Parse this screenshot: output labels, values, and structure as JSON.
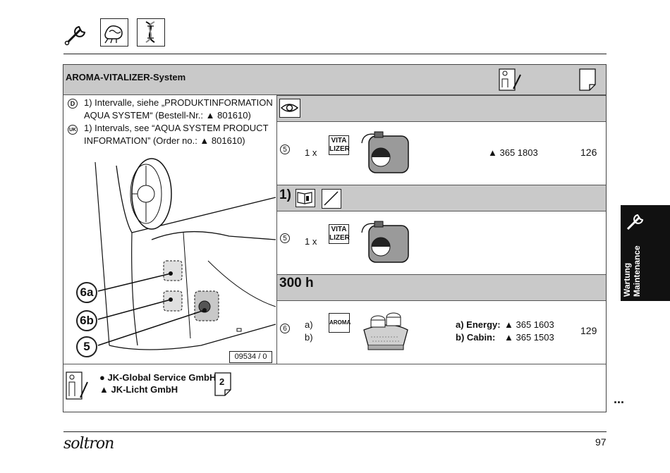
{
  "header": {
    "icons": [
      "wrench-icon",
      "hand-cleaning-icon",
      "dna-strand-icon"
    ]
  },
  "section": {
    "title": "AROMA-VITALIZER-System",
    "header_icons": [
      "technician-document-icon",
      "page-icon"
    ]
  },
  "notes": {
    "de_marker": "D",
    "de_text_line1": "1) Intervalle, siehe „PRODUKTINFORMATION",
    "de_text_line2": "AQUA SYSTEM“ (Bestell-Nr.: ▲ 801610)",
    "uk_marker": "UK",
    "uk_text_line1": "1) Intervals, see “AQUA SYSTEM PRODUCT",
    "uk_text_line2": "INFORMATION” (Order no.: ▲ 801610)"
  },
  "figure": {
    "callouts": [
      "6a",
      "6b",
      "5"
    ],
    "reference": "09534 / 0"
  },
  "rows": {
    "inspect_band_icon": "eye-icon",
    "row1": {
      "position": "5",
      "qty": "1 x",
      "tag_line1": "VITA",
      "tag_line2": "LIZER",
      "part_no": "▲ 365 1803",
      "page": "126"
    },
    "interval_band": {
      "label": "1)",
      "icons": [
        "info-book-icon",
        "slash-box-icon"
      ]
    },
    "row2": {
      "position": "5",
      "qty": "1 x",
      "tag_line1": "VITA",
      "tag_line2": "LIZER"
    },
    "hours_band": {
      "label": "300 h"
    },
    "row3": {
      "position": "6",
      "opt_a": "a)",
      "opt_b": "b)",
      "tag": "AROMA",
      "energy_label": "a) Energy:",
      "energy_part": "▲ 365 1603",
      "cabin_label": "b) Cabin:",
      "cabin_part": "▲ 365 1503",
      "page": "129"
    }
  },
  "footer_box": {
    "line1": "● JK-Global Service GmbH",
    "line2": "▲ JK-Licht GmbH",
    "page_ref": "2"
  },
  "side_tab": {
    "line1": "Wartung",
    "line2": "Maintenance"
  },
  "continuation": "...",
  "logo": "soltron",
  "page_number": "97"
}
